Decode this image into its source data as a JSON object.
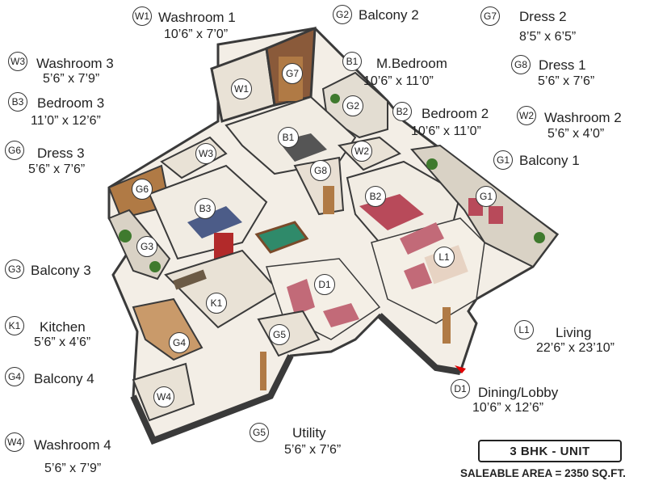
{
  "legend": {
    "W1": {
      "code": "W1",
      "name": "Washroom 1",
      "dim": "10’6” x 7’0”"
    },
    "G2": {
      "code": "G2",
      "name": "Balcony 2"
    },
    "G7": {
      "code": "G7",
      "name": "Dress 2",
      "dim": "8’5” x 6’5”"
    },
    "W3": {
      "code": "W3",
      "name": "Washroom 3",
      "dim": "5’6” x 7’9”"
    },
    "B1": {
      "code": "B1",
      "name": "M.Bedroom",
      "dim": "10’6” x 11’0”"
    },
    "G8": {
      "code": "G8",
      "name": "Dress 1",
      "dim": "5’6” x 7’6”"
    },
    "B3": {
      "code": "B3",
      "name": "Bedroom 3",
      "dim": "11’0” x 12’6”"
    },
    "B2": {
      "code": "B2",
      "name": "Bedroom 2",
      "dim": "10’6” x 11’0”"
    },
    "W2": {
      "code": "W2",
      "name": "Washroom 2",
      "dim": "5’6” x 4’0”"
    },
    "G6": {
      "code": "G6",
      "name": "Dress 3",
      "dim": "5’6” x 7’6”"
    },
    "G1": {
      "code": "G1",
      "name": "Balcony 1"
    },
    "G3": {
      "code": "G3",
      "name": "Balcony 3"
    },
    "K1": {
      "code": "K1",
      "name": "Kitchen",
      "dim": "5’6” x 4’6”"
    },
    "L1": {
      "code": "L1",
      "name": "Living",
      "dim": "22’6” x 23’10”"
    },
    "G4": {
      "code": "G4",
      "name": "Balcony 4"
    },
    "D1": {
      "code": "D1",
      "name": "Dining/Lobby",
      "dim": "10’6” x 12’6”"
    },
    "G5": {
      "code": "G5",
      "name": "Utility",
      "dim": "5’6” x 7’6”"
    },
    "W4": {
      "code": "W4",
      "name": "Washroom 4",
      "dim": "5’6” x 7’9”"
    }
  },
  "plan_badges": {
    "W1": "W1",
    "G7": "G7",
    "G2": "G2",
    "B1": "B1",
    "W3": "W3",
    "W2": "W2",
    "G8": "G8",
    "G6": "G6",
    "B3": "B3",
    "B2": "B2",
    "G1": "G1",
    "G3": "G3",
    "L1": "L1",
    "D1": "D1",
    "K1": "K1",
    "G4": "G4",
    "G5": "G5",
    "W4": "W4"
  },
  "unit_type": "3 BHK - UNIT",
  "saleable_area": "SALEABLE AREA = 2350 SQ.FT.",
  "colors": {
    "wall": "#3a3a3a",
    "floor": "#f3eee6",
    "wood": "#b07a45",
    "accent": "#b84a5a",
    "entry_arrow": "#e00000"
  }
}
